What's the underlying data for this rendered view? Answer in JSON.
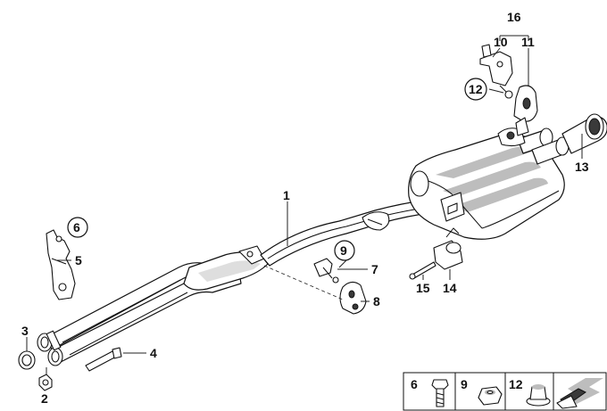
{
  "callouts": [
    {
      "key": "c1",
      "label": "1"
    },
    {
      "key": "c2",
      "label": "2"
    },
    {
      "key": "c3",
      "label": "3"
    },
    {
      "key": "c4",
      "label": "4"
    },
    {
      "key": "c5",
      "label": "5"
    },
    {
      "key": "c6",
      "label": "6"
    },
    {
      "key": "c7",
      "label": "7"
    },
    {
      "key": "c8",
      "label": "8"
    },
    {
      "key": "c9",
      "label": "9"
    },
    {
      "key": "c10",
      "label": "10"
    },
    {
      "key": "c11",
      "label": "11"
    },
    {
      "key": "c12",
      "label": "12"
    },
    {
      "key": "c13",
      "label": "13"
    },
    {
      "key": "c14",
      "label": "14"
    },
    {
      "key": "c15",
      "label": "15"
    },
    {
      "key": "c16",
      "label": "16"
    }
  ],
  "legend": [
    {
      "label": "6",
      "icon": "bolt-icon"
    },
    {
      "label": "9",
      "icon": "nut-icon"
    },
    {
      "label": "12",
      "icon": "flange-nut-icon"
    },
    {
      "label": "",
      "icon": "arrow-icon"
    }
  ],
  "colors": {
    "line": "#111111",
    "shade": "#bdbdbd",
    "dark_fill": "#3a3a3a",
    "background": "#ffffff"
  }
}
